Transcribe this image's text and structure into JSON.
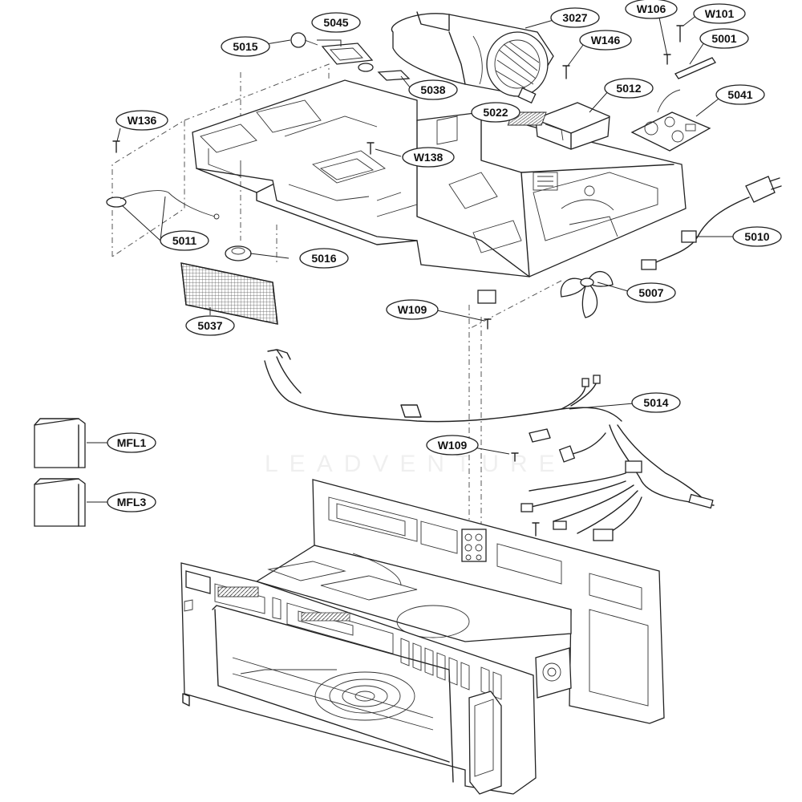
{
  "callouts": [
    {
      "id": "5045",
      "label": "5045"
    },
    {
      "id": "5015",
      "label": "5015"
    },
    {
      "id": "3027",
      "label": "3027"
    },
    {
      "id": "W106",
      "label": "W106"
    },
    {
      "id": "W101",
      "label": "W101"
    },
    {
      "id": "W146",
      "label": "W146"
    },
    {
      "id": "5001",
      "label": "5001"
    },
    {
      "id": "5038",
      "label": "5038"
    },
    {
      "id": "5012",
      "label": "5012"
    },
    {
      "id": "5041",
      "label": "5041"
    },
    {
      "id": "5022",
      "label": "5022"
    },
    {
      "id": "W136",
      "label": "W136"
    },
    {
      "id": "W138",
      "label": "W138"
    },
    {
      "id": "5010",
      "label": "5010"
    },
    {
      "id": "5011",
      "label": "5011"
    },
    {
      "id": "5016",
      "label": "5016"
    },
    {
      "id": "5007",
      "label": "5007"
    },
    {
      "id": "W109a",
      "label": "W109"
    },
    {
      "id": "5037",
      "label": "5037"
    },
    {
      "id": "5014",
      "label": "5014"
    },
    {
      "id": "MFL1",
      "label": "MFL1"
    },
    {
      "id": "W109b",
      "label": "W109"
    },
    {
      "id": "MFL3",
      "label": "MFL3"
    }
  ],
  "watermark": "LEADVENTURE"
}
